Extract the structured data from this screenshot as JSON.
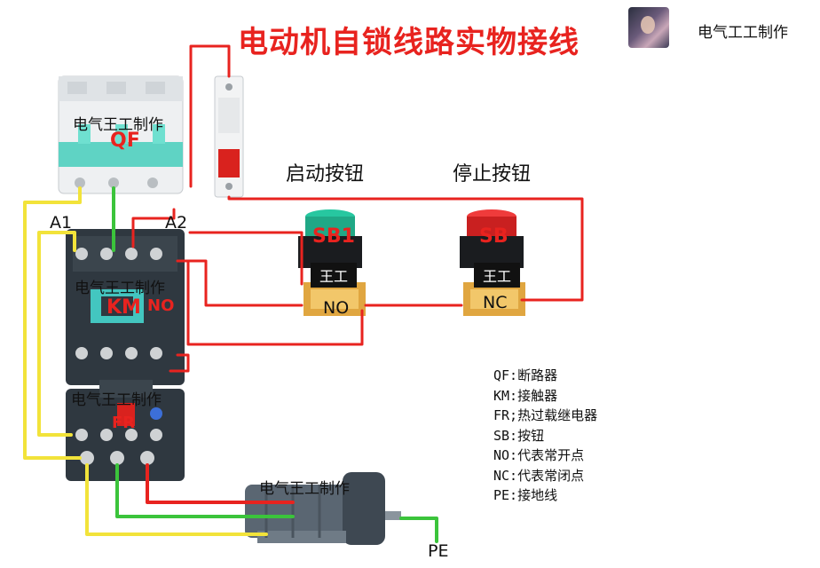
{
  "title": "电动机自锁线路实物接线",
  "brand": "电气工工制作",
  "watermark": "电气王工制作",
  "components": {
    "breaker_label": "QF",
    "contactor_label": "KM",
    "contactor_no_tag": "NO",
    "overload_label": "FR",
    "coil_a1": "A1",
    "coil_a2": "A2",
    "start_button": {
      "heading": "启动按钮",
      "tag": "SB1",
      "plate": "王工",
      "contact": "NO"
    },
    "stop_button": {
      "heading": "停止按钮",
      "tag": "SB",
      "plate": "王工",
      "contact": "NC"
    },
    "ground": "PE"
  },
  "legend": [
    "QF:断路器",
    "KM:接触器",
    "FR;热过载继电器",
    "SB:按钮",
    "NO:代表常开点",
    "NC:代表常闭点",
    "PE:接地线"
  ],
  "colors": {
    "title": "#e8231f",
    "wire_red": "#e8231f",
    "wire_yellow": "#f2e33a",
    "wire_green": "#3bc43b",
    "device_dark": "#2f3840",
    "breaker_teal": "#5fd3c4"
  }
}
